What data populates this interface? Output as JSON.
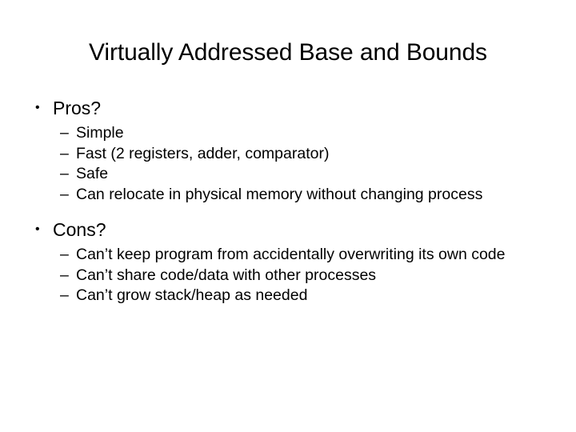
{
  "slide": {
    "title": "Virtually Addressed Base and Bounds",
    "background_color": "#FFFFFF",
    "text_color": "#000000",
    "bullet_glyph": "•",
    "dash_glyph": "–",
    "sections": [
      {
        "heading": "Pros?",
        "items": [
          "Simple",
          "Fast (2 registers, adder, comparator)",
          "Safe",
          "Can relocate in physical memory without changing process"
        ]
      },
      {
        "heading": "Cons?",
        "items": [
          "Can’t keep program from accidentally overwriting its own code",
          "Can’t share code/data with other processes",
          "Can’t grow stack/heap as needed"
        ]
      }
    ]
  }
}
